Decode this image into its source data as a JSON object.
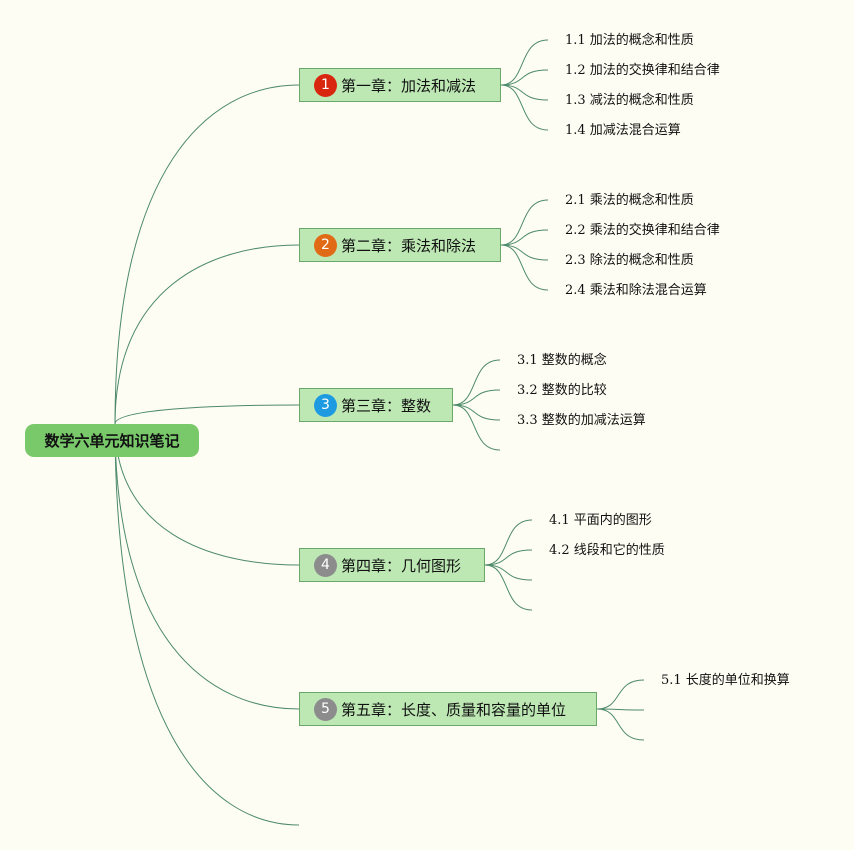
{
  "colors": {
    "background": "#fefdf3",
    "root_fill": "#79c96b",
    "chapter_fill": "#bde8b4",
    "chapter_border": "#6aa86a",
    "line": "#4d8a6a"
  },
  "root": {
    "label": "数学六单元知识笔记"
  },
  "chapters": [
    {
      "num": "1",
      "badge_color": "#d9260e",
      "label": "第一章：加法和减法",
      "subs": [
        "1.1 加法的概念和性质",
        "1.2 加法的交换律和结合律",
        "1.3 减法的概念和性质",
        "1.4 加减法混合运算"
      ]
    },
    {
      "num": "2",
      "badge_color": "#e06a16",
      "label": "第二章：乘法和除法",
      "subs": [
        "2.1 乘法的概念和性质",
        "2.2 乘法的交换律和结合律",
        "2.3 除法的概念和性质",
        "2.4 乘法和除法混合运算"
      ]
    },
    {
      "num": "3",
      "badge_color": "#1e9be0",
      "label": "第三章：整数",
      "subs": [
        "3.1 整数的概念",
        "3.2 整数的比较",
        "3.3 整数的加减法运算",
        ""
      ]
    },
    {
      "num": "4",
      "badge_color": "#8c8c8c",
      "label": "第四章：几何图形",
      "subs": [
        "4.1 平面内的图形",
        "4.2 线段和它的性质",
        "",
        ""
      ]
    },
    {
      "num": "5",
      "badge_color": "#8c8c8c",
      "label": "第五章：长度、质量和容量的单位",
      "subs": [
        "5.1 长度的单位和换算",
        "",
        ""
      ]
    }
  ]
}
